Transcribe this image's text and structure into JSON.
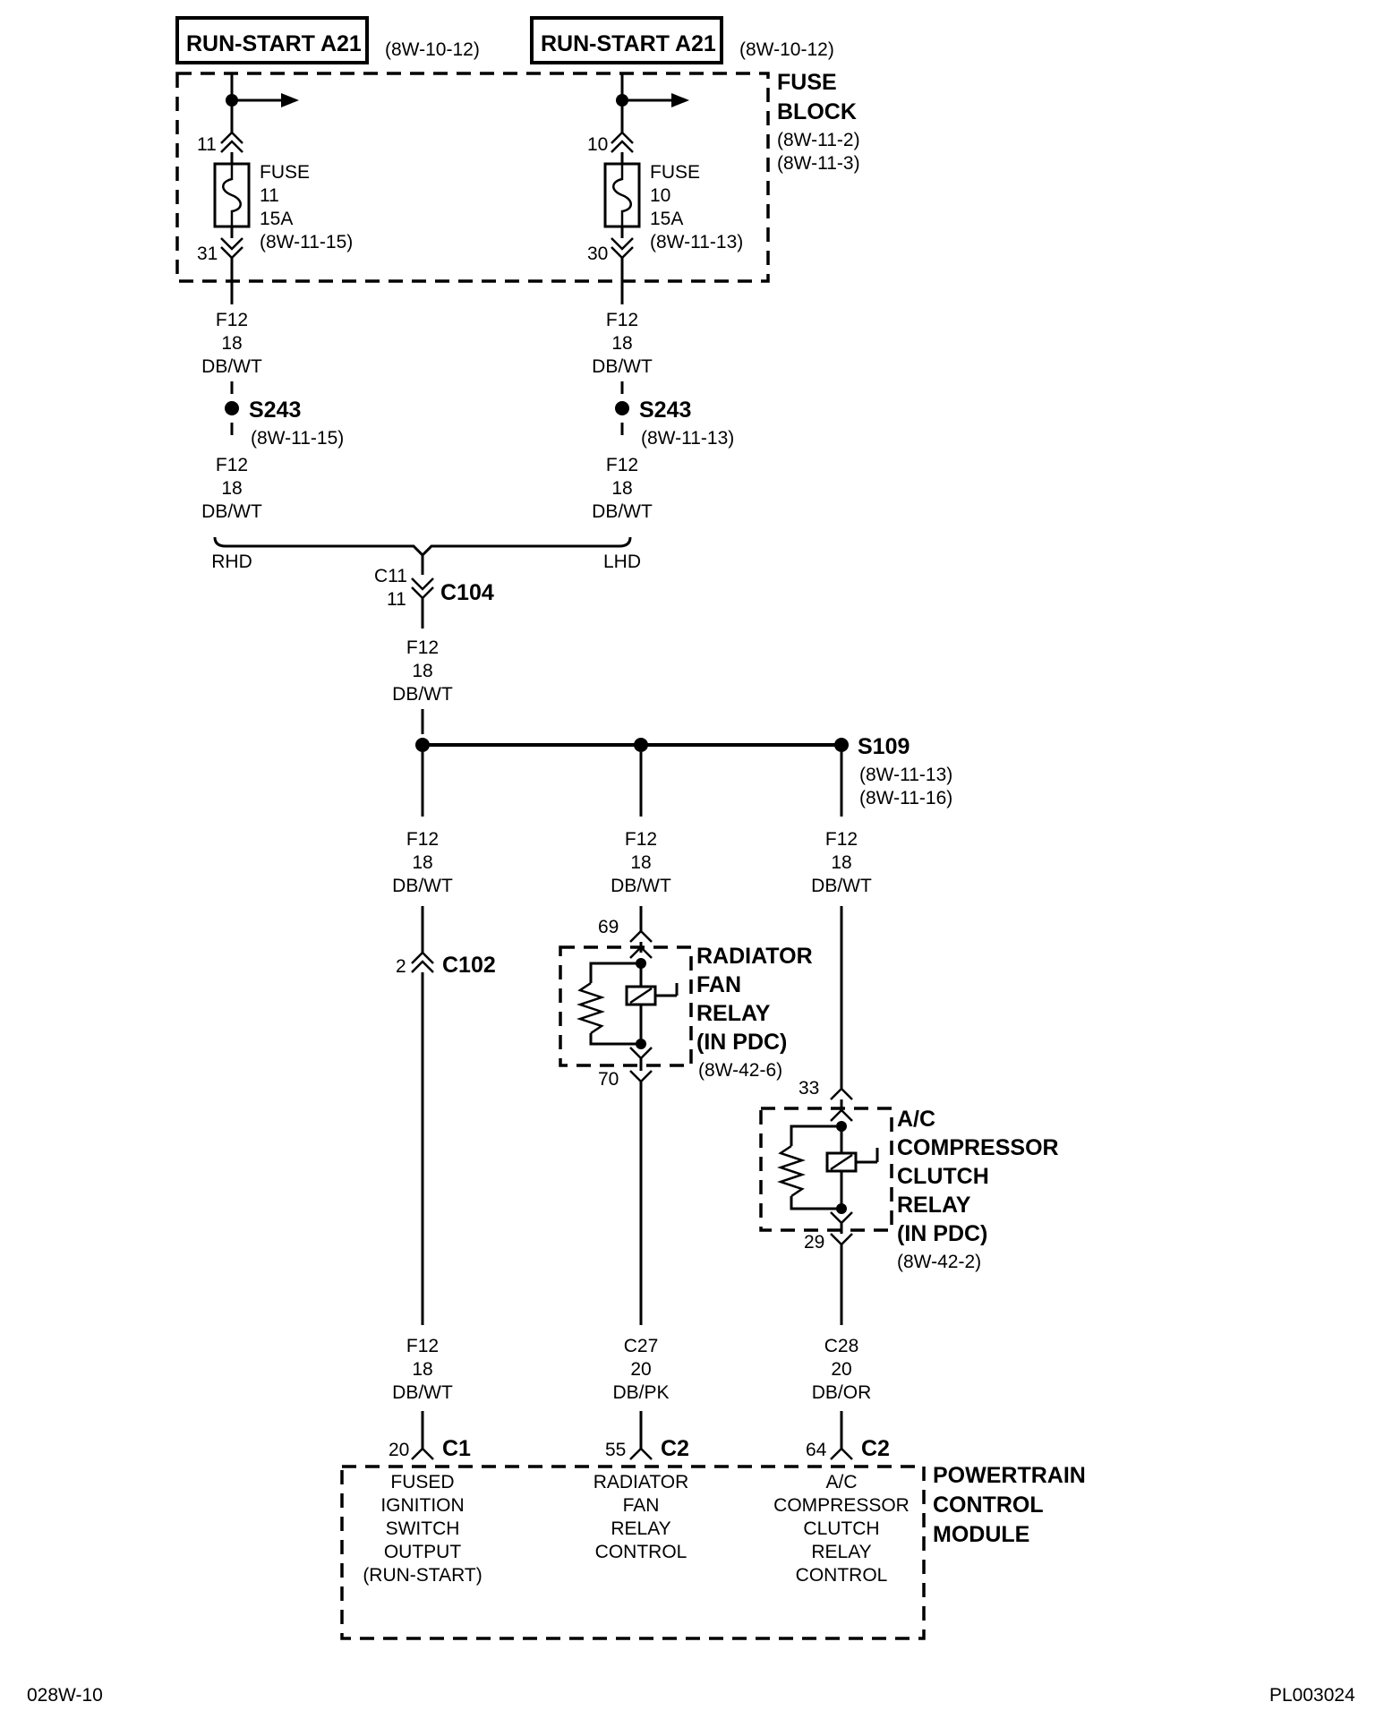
{
  "sources": [
    {
      "title": "RUN-START A21",
      "ref": "(8W-10-12)"
    },
    {
      "title": "RUN-START A21",
      "ref": "(8W-10-12)"
    }
  ],
  "fuse_block": {
    "title_lines": [
      "FUSE",
      "BLOCK"
    ],
    "refs": [
      "(8W-11-2)",
      "(8W-11-3)"
    ],
    "fuses": [
      {
        "pin_in": "11",
        "pin_out": "31",
        "lines": [
          "FUSE",
          "11",
          "15A",
          "(8W-11-15)"
        ]
      },
      {
        "pin_in": "10",
        "pin_out": "30",
        "lines": [
          "FUSE",
          "10",
          "15A",
          "(8W-11-13)"
        ]
      }
    ]
  },
  "wire_f12": [
    "F12",
    "18",
    "DB/WT"
  ],
  "splices": {
    "s243_left": {
      "name": "S243",
      "ref": "(8W-11-15)"
    },
    "s243_right": {
      "name": "S243",
      "ref": "(8W-11-13)"
    },
    "s109": {
      "name": "S109",
      "refs": [
        "(8W-11-13)",
        "(8W-11-16)"
      ]
    }
  },
  "options": {
    "left": "RHD",
    "right": "LHD"
  },
  "c104": {
    "pins": [
      "C11",
      "11"
    ],
    "name": "C104"
  },
  "c102": {
    "pin": "2",
    "name": "C102"
  },
  "radiator_relay": {
    "pin_in": "69",
    "pin_out": "70",
    "title_lines": [
      "RADIATOR",
      "FAN",
      "RELAY",
      "(IN PDC)"
    ],
    "ref": "(8W-42-6)"
  },
  "ac_relay": {
    "pin_in": "33",
    "pin_out": "29",
    "title_lines": [
      "A/C",
      "COMPRESSOR",
      "CLUTCH",
      "RELAY",
      "(IN PDC)"
    ],
    "ref": "(8W-42-2)"
  },
  "pcm_wires": [
    {
      "lines": [
        "F12",
        "18",
        "DB/WT"
      ],
      "pin": "20",
      "conn": "C1"
    },
    {
      "lines": [
        "C27",
        "20",
        "DB/PK"
      ],
      "pin": "55",
      "conn": "C2"
    },
    {
      "lines": [
        "C28",
        "20",
        "DB/OR"
      ],
      "pin": "64",
      "conn": "C2"
    }
  ],
  "pcm": {
    "title_lines": [
      "POWERTRAIN",
      "CONTROL",
      "MODULE"
    ],
    "functions": [
      [
        "FUSED",
        "IGNITION",
        "SWITCH",
        "OUTPUT",
        "(RUN-START)"
      ],
      [
        "RADIATOR",
        "FAN",
        "RELAY",
        "CONTROL"
      ],
      [
        "A/C",
        "COMPRESSOR",
        "CLUTCH",
        "RELAY",
        "CONTROL"
      ]
    ]
  },
  "footer": {
    "left": "028W-10",
    "right": "PL003024"
  }
}
